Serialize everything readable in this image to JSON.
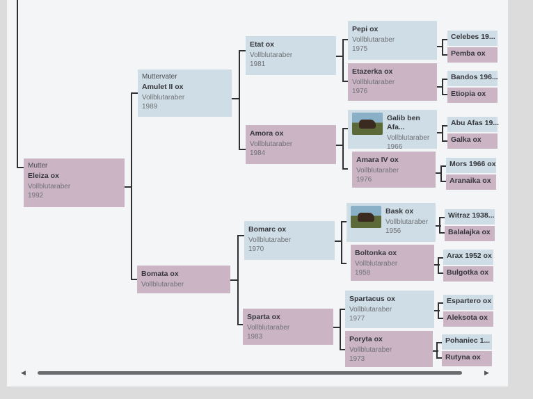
{
  "pedigree": {
    "mutter": {
      "label": "Mutter",
      "name": "Eleiza ox",
      "breed": "Vollblutaraber",
      "year": "1992"
    },
    "muttervater": {
      "label": "Muttervater",
      "name": "Amulet II ox",
      "breed": "Vollblutaraber",
      "year": "1989"
    },
    "bomata": {
      "name": "Bomata ox",
      "breed": "Vollblutaraber"
    },
    "etat": {
      "name": "Etat ox",
      "breed": "Vollblutaraber",
      "year": "1981"
    },
    "amora": {
      "name": "Amora ox",
      "breed": "Vollblutaraber",
      "year": "1984"
    },
    "bomarc": {
      "name": "Bomarc ox",
      "breed": "Vollblutaraber",
      "year": "1970"
    },
    "sparta": {
      "name": "Sparta ox",
      "breed": "Vollblutaraber",
      "year": "1983"
    },
    "pepi": {
      "name": "Pepi ox",
      "breed": "Vollblutaraber",
      "year": "1975"
    },
    "etazerka": {
      "name": "Etazerka ox",
      "breed": "Vollblutaraber",
      "year": "1976"
    },
    "galib": {
      "name": "Galib ben Afa...",
      "breed": "Vollblutaraber",
      "year": "1966"
    },
    "amara": {
      "name": "Amara IV ox",
      "breed": "Vollblutaraber",
      "year": "1976"
    },
    "bask": {
      "name": "Bask ox",
      "breed": "Vollblutaraber",
      "year": "1956"
    },
    "boltonka": {
      "name": "Boltonka ox",
      "breed": "Vollblutaraber",
      "year": "1958"
    },
    "spartacus": {
      "name": "Spartacus ox",
      "breed": "Vollblutaraber",
      "year": "1977"
    },
    "poryta": {
      "name": "Poryta ox",
      "breed": "Vollblutaraber",
      "year": "1973"
    },
    "g5": [
      "Celebes 19...",
      "Pemba ox",
      "Bandos 196...",
      "Etiopia ox",
      "Abu Afas 19...",
      "Galka ox",
      "Mors 1966 ox",
      "Aranaika ox",
      "Witraz 1938...",
      "Balalajka ox",
      "Arax 1952 ox",
      "Bulgotka ox",
      "Espartero ox",
      "Aleksota ox",
      "Pohaniec 1...",
      "Rutyna ox"
    ]
  },
  "scrollbar": {
    "left_arrow": "◀",
    "right_arrow": "▶"
  }
}
